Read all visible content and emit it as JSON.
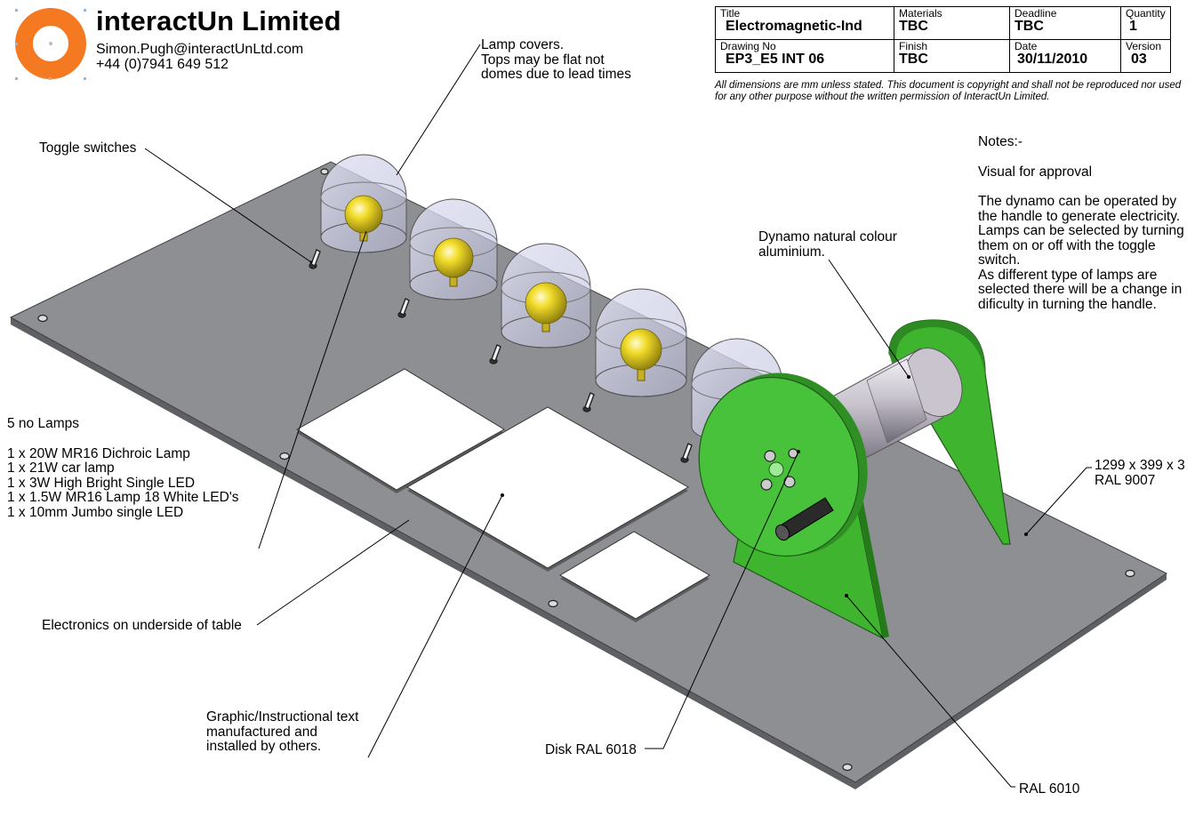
{
  "header": {
    "company": "interactUn Limited",
    "email": "Simon.Pugh@interactUnLtd.com",
    "phone": "+44 (0)7941 649 512",
    "logo_icon": "orange-ring-logo-icon",
    "logo_color": "#f47920"
  },
  "title_block": {
    "title_label": "Title",
    "title_value": "Electromagnetic-Ind",
    "materials_label": "Materials",
    "materials_value": "TBC",
    "deadline_label": "Deadline",
    "deadline_value": "TBC",
    "quantity_label": "Quantity",
    "quantity_value": "1",
    "drawing_label": "Drawing No",
    "drawing_value": "EP3_E5 INT 06",
    "finish_label": "Finish",
    "finish_value": "TBC",
    "date_label": "Date",
    "date_value": "30/11/2010",
    "version_label": "Version",
    "version_value": "03"
  },
  "disclaimer": "All dimensions are mm unless stated. This document is copyright and shall not be reproduced nor used for any other purpose without the written permission of InteractUn Limited.",
  "notes": {
    "heading": "Notes:-",
    "line1": "Visual for approval",
    "line2": "The dynamo can be operated by the handle to generate electricity. Lamps can be selected by turning them on or off with the toggle switch.",
    "line3": "As different type of lamps are selected there will be a change in dificulty in turning the handle."
  },
  "labels": {
    "lamp_covers": "Lamp covers.",
    "lamp_covers_note": "Tops may be flat not domes  due to lead times",
    "toggle_switches": "Toggle switches",
    "dynamo": "Dynamo natural colour aluminium.",
    "table_size": "1299 x 399 x 3",
    "table_ral": "RAL 9007",
    "electronics": "Electronics on underside of table",
    "graphic": "Graphic/Instructional text manufactured and installed by others.",
    "disk": "Disk RAL 6018",
    "stand": "RAL 6010"
  },
  "lamps": {
    "heading": "5 no Lamps",
    "items": [
      "1 x 20W MR16 Dichroic Lamp",
      "1 x 21W car lamp",
      "1 x 3W High Bright Single LED",
      "1 x 1.5W MR16 Lamp 18 White LED's",
      "1 x 10mm Jumbo single LED"
    ]
  },
  "colors": {
    "table": "#8d8f93",
    "disk": "#47c23a",
    "stand": "#3fb52f",
    "bulb": "#d9c11a",
    "cylinder": "#c8c4cc"
  }
}
